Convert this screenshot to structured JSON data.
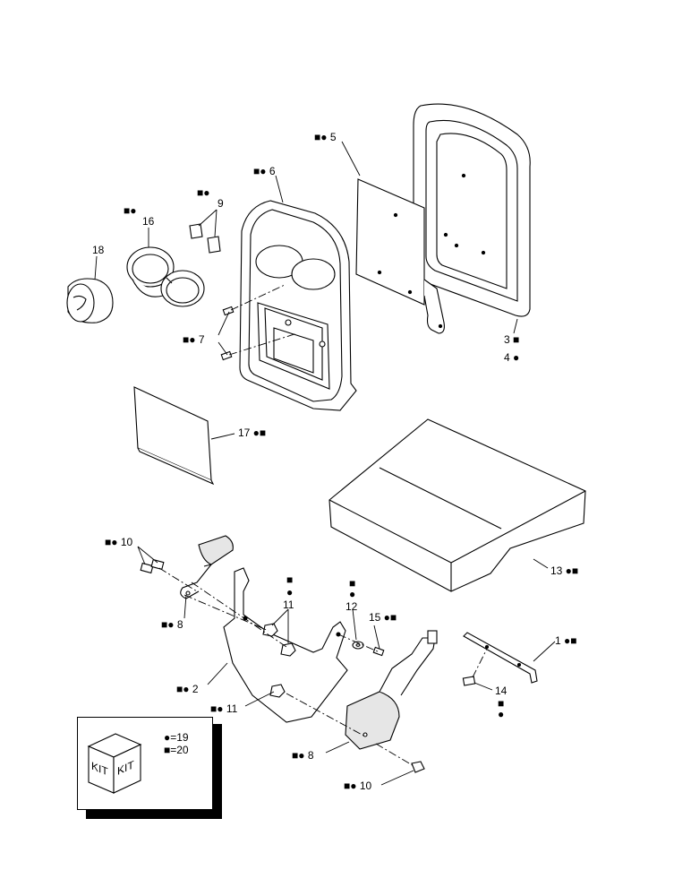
{
  "callouts": [
    {
      "id": "c5",
      "text": "■● 5"
    },
    {
      "id": "c6",
      "text": "■● 6"
    },
    {
      "id": "c9",
      "text": "■●"
    },
    {
      "id": "c9n",
      "text": "9"
    },
    {
      "id": "c16",
      "text": "■●"
    },
    {
      "id": "c16n",
      "text": "16"
    },
    {
      "id": "c18",
      "text": "18"
    },
    {
      "id": "c7",
      "text": "■● 7"
    },
    {
      "id": "c3",
      "text": "3 ■"
    },
    {
      "id": "c4",
      "text": "4 ●"
    },
    {
      "id": "c17",
      "text": "17 ●■"
    },
    {
      "id": "c13",
      "text": "13 ●■"
    },
    {
      "id": "c10a",
      "text": "■● 10"
    },
    {
      "id": "c8a",
      "text": "■● 8"
    },
    {
      "id": "c11a",
      "text": "■"
    },
    {
      "id": "c11b",
      "text": "●"
    },
    {
      "id": "c11n",
      "text": "11"
    },
    {
      "id": "c12a",
      "text": "■"
    },
    {
      "id": "c12b",
      "text": "●"
    },
    {
      "id": "c12n",
      "text": "12"
    },
    {
      "id": "c15",
      "text": "15 ●■"
    },
    {
      "id": "c1",
      "text": "1 ●■"
    },
    {
      "id": "c14",
      "text": "14"
    },
    {
      "id": "c14a",
      "text": "■"
    },
    {
      "id": "c14b",
      "text": "●"
    },
    {
      "id": "c2",
      "text": "■● 2"
    },
    {
      "id": "c11c",
      "text": "■● 11"
    },
    {
      "id": "c8b",
      "text": "■● 8"
    },
    {
      "id": "c10b",
      "text": "■● 10"
    }
  ],
  "kit": {
    "face_left": "KIT",
    "face_right": "KIT",
    "legend_dot": "●=19",
    "legend_square": "■=20"
  }
}
